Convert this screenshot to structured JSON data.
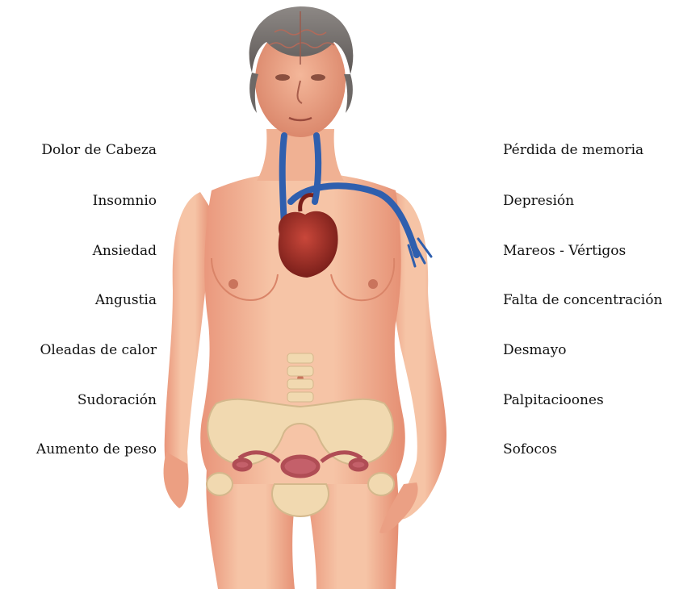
{
  "symptoms_left": [
    "Dolor de Cabeza",
    "Insomnio",
    "Ansiedad",
    "Angustia",
    "Oleadas de calor",
    "Sudoración",
    "Aumento de peso"
  ],
  "symptoms_right": [
    "Pérdida de memoria",
    "Depresión",
    "Mareos - Vértigos",
    "Falta de concentración",
    "Desmayo",
    "Palpitacioones",
    "Sofocos"
  ],
  "colors": {
    "skin": "#f2b89a",
    "skin_shadow": "#e08f6e",
    "hair": "#7a7572",
    "vein": "#2f5fae",
    "heart": "#a8322a",
    "bone": "#f1d9b0",
    "uterus": "#b04d55"
  }
}
